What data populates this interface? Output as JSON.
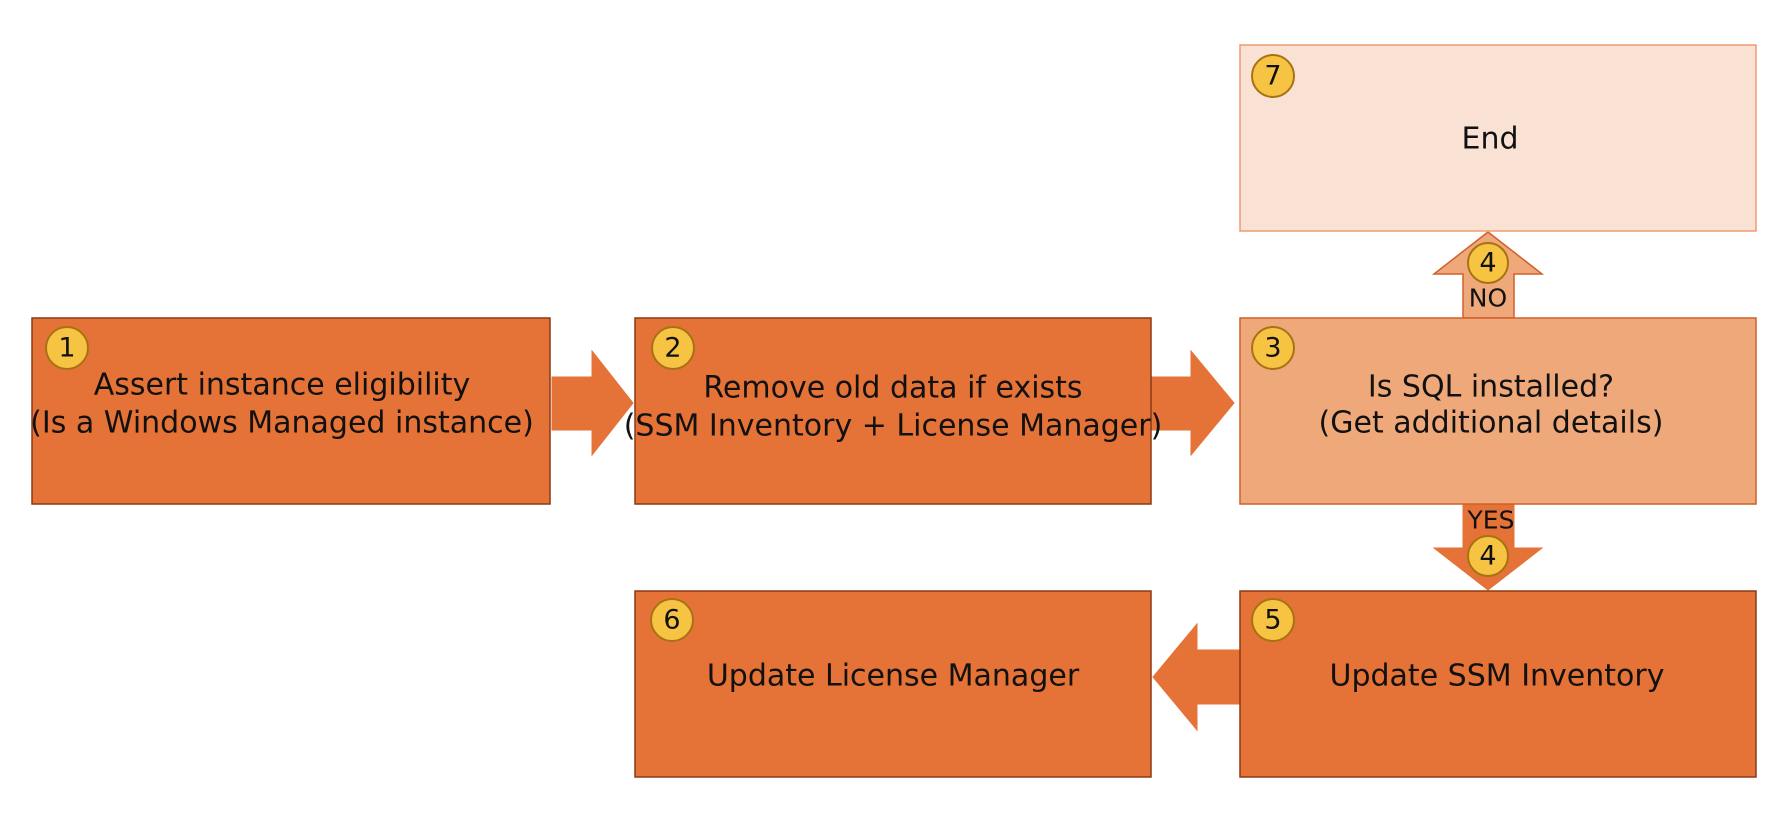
{
  "colors": {
    "step_fill": "#E57236",
    "step_stroke": "#8A3A14",
    "decision_fill": "#EFA87A",
    "decision_stroke": "#D0602A",
    "end_fill": "#F9E1D4",
    "end_stroke": "#EE9C70",
    "badge_fill": "#F6C342",
    "badge_stroke": "#A87212"
  },
  "steps": [
    {
      "id": "1",
      "badge": "1",
      "lines": [
        "Assert instance eligibility",
        "(Is a Windows Managed instance)"
      ]
    },
    {
      "id": "2",
      "badge": "2",
      "lines": [
        "Remove old data if exists",
        "(SSM Inventory + License Manager)"
      ]
    },
    {
      "id": "3",
      "badge": "3",
      "lines": [
        "Is SQL installed?",
        "(Get additional details)"
      ]
    },
    {
      "id": "5",
      "badge": "5",
      "lines": [
        "Update SSM Inventory"
      ]
    },
    {
      "id": "6",
      "badge": "6",
      "lines": [
        "Update License Manager"
      ]
    },
    {
      "id": "7",
      "badge": "7",
      "lines": [
        "End"
      ]
    }
  ],
  "edges": [
    {
      "from": "1",
      "to": "2",
      "label": "",
      "badge": ""
    },
    {
      "from": "2",
      "to": "3",
      "label": "",
      "badge": ""
    },
    {
      "from": "3",
      "to": "7",
      "label": "NO",
      "badge": "4"
    },
    {
      "from": "3",
      "to": "5",
      "label": "YES",
      "badge": "4"
    },
    {
      "from": "5",
      "to": "6",
      "label": "",
      "badge": ""
    }
  ]
}
